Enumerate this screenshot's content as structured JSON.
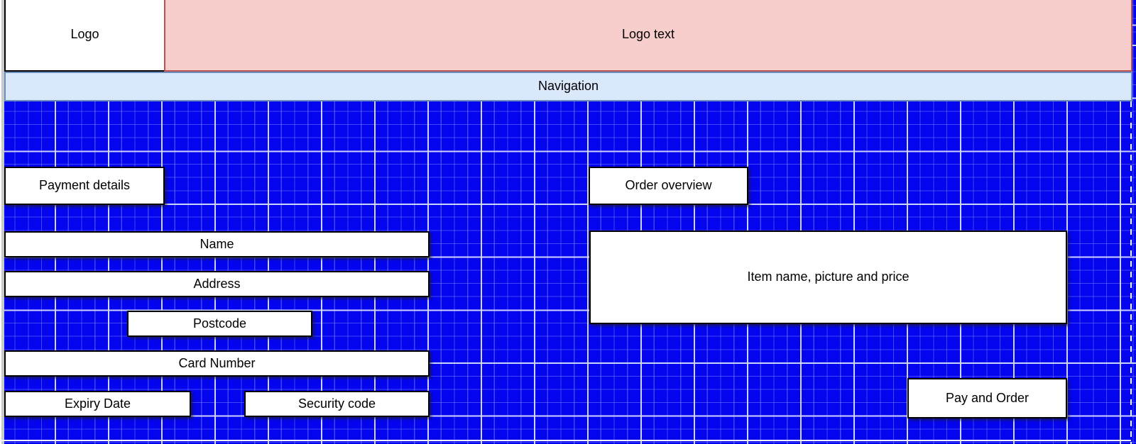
{
  "header": {
    "logo": "Logo",
    "logo_text": "Logo text",
    "navigation": "Navigation"
  },
  "payment_section": {
    "title": "Payment details",
    "fields": [
      {
        "label": "Name"
      },
      {
        "label": "Address"
      },
      {
        "label": "Postcode"
      },
      {
        "label": "Card Number"
      },
      {
        "label": "Expiry Date"
      },
      {
        "label": "Security code"
      }
    ]
  },
  "order_section": {
    "title": "Order overview",
    "item_summary": "Item name, picture and price",
    "pay_button": "Pay and Order"
  },
  "colors": {
    "grid_background": "#0404ee",
    "grid_minor_line": "#4a55f7",
    "grid_major_line": "#d6dbfa",
    "page_boundary_line": "#f2f4ff",
    "logo_text_fill": "#f8cecc",
    "logo_text_stroke": "#b85450",
    "navigation_fill": "#dae8fc",
    "navigation_stroke": "#6c8ebf",
    "box_fill": "#ffffff",
    "box_stroke": "#000000"
  }
}
